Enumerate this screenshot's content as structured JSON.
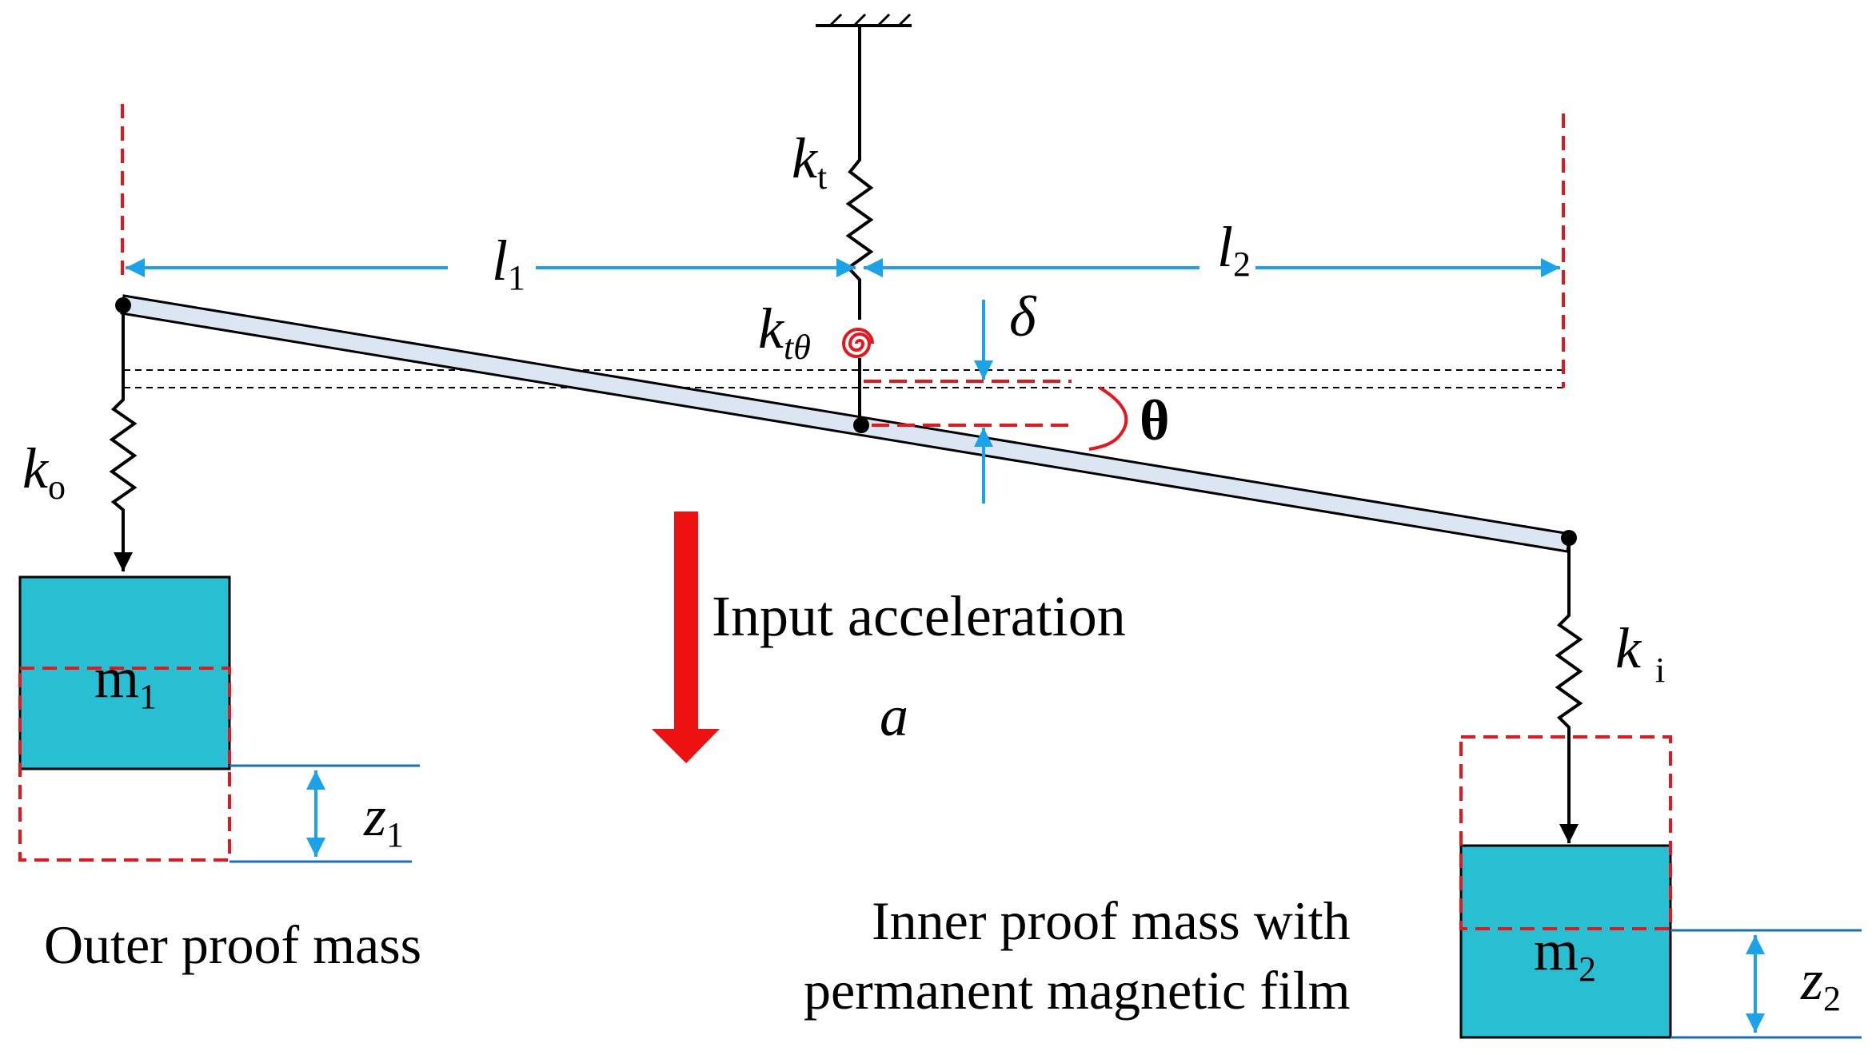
{
  "labels": {
    "kt": "k",
    "kt_sub": "t",
    "ktheta": "k",
    "ktheta_sub": "tθ",
    "ko": "k",
    "ko_sub": "o",
    "ki": "k",
    "ki_sub": "i",
    "l1": "l",
    "l1_sub": "1",
    "l2": "l",
    "l2_sub": "2",
    "delta": "δ",
    "theta": "θ",
    "m1": "m",
    "m1_sub": "1",
    "m2": "m",
    "m2_sub": "2",
    "z1": "z",
    "z1_sub": "1",
    "z2": "z",
    "z2_sub": "2",
    "input_accel": "Input acceleration",
    "accel_symbol": "a",
    "outer_caption": "Outer proof mass",
    "inner_caption_line1": "Inner proof mass with",
    "inner_caption_line2": "permanent magnetic film"
  },
  "colors": {
    "mass_fill": "#29BFD2",
    "dashed_red": "#E8151B",
    "dimension_blue": "#1AA3E8",
    "beam_fill": "#DCE6F2",
    "arrow_red": "#EE1111",
    "spiral_red": "#E8151B"
  }
}
